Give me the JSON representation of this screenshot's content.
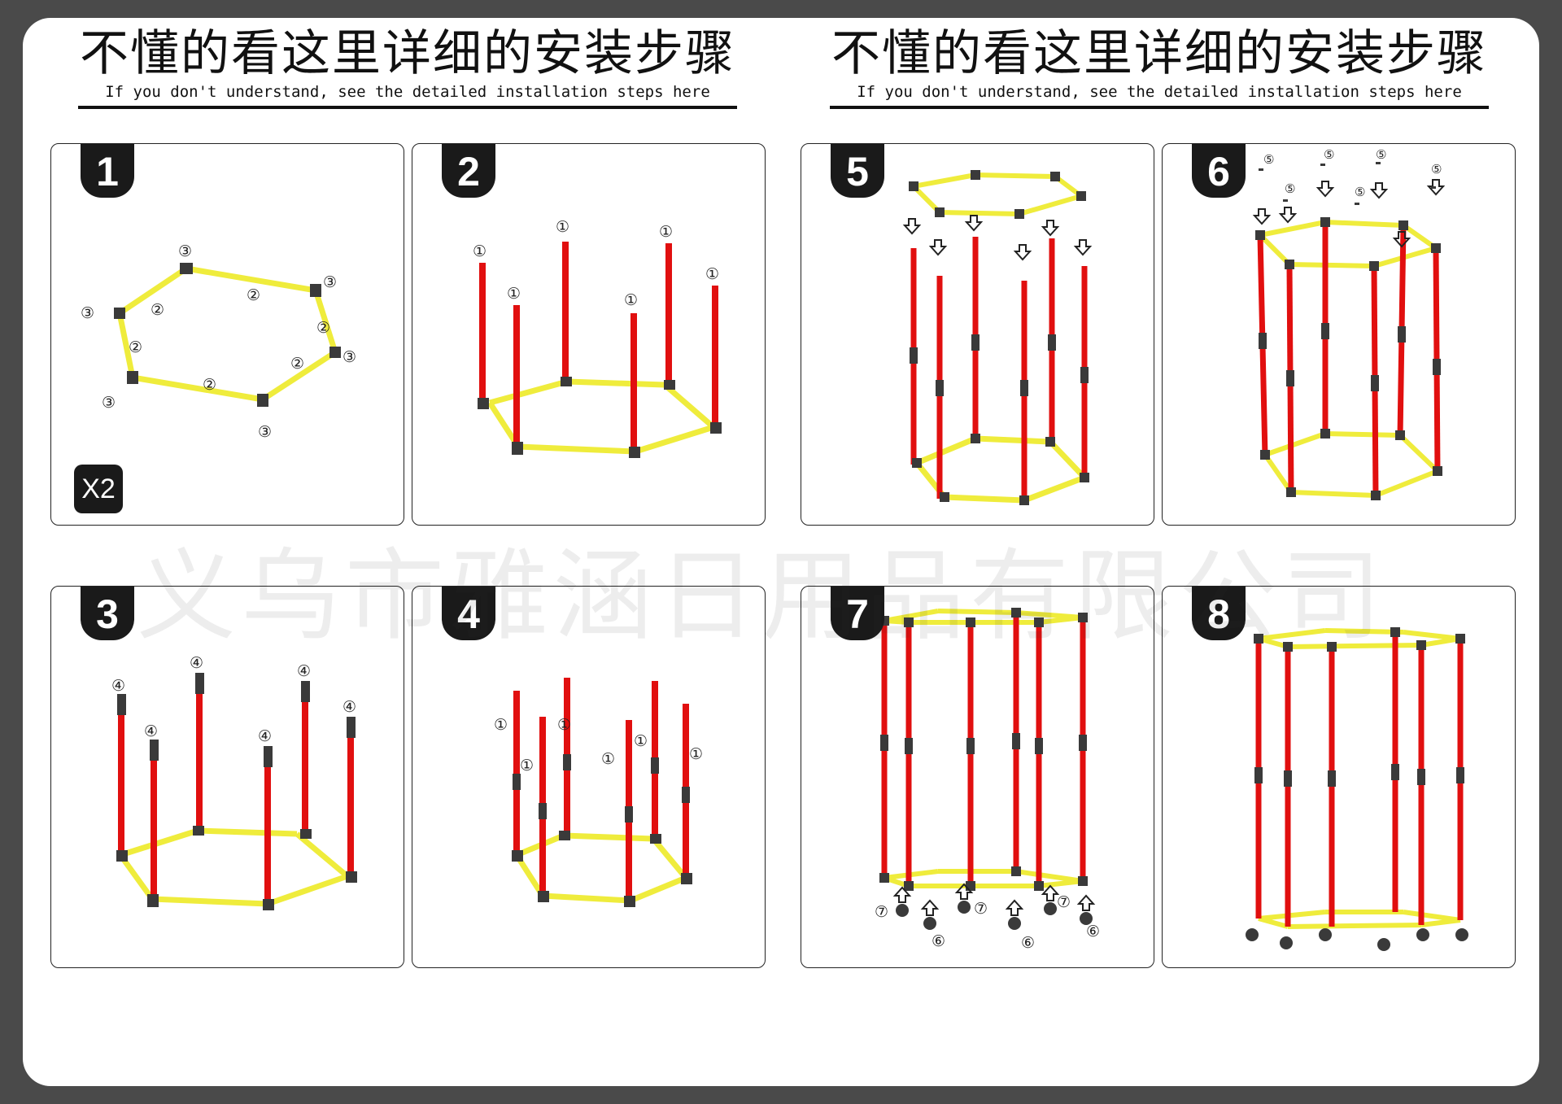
{
  "header": {
    "title_cn": "不懂的看这里详细的安装步骤",
    "subtitle_en": "If you don't understand, see the detailed installation steps here"
  },
  "watermark": "义乌市雅涵日用品有限公司",
  "quantity_tag": "X2",
  "steps": [
    {
      "number": "1"
    },
    {
      "number": "2"
    },
    {
      "number": "3"
    },
    {
      "number": "4"
    },
    {
      "number": "5"
    },
    {
      "number": "6"
    },
    {
      "number": "7"
    },
    {
      "number": "8"
    }
  ],
  "part_labels": {
    "1": "①",
    "2": "②",
    "3": "③",
    "4": "④",
    "5": "⑤",
    "6": "⑥",
    "7": "⑦"
  },
  "colors": {
    "pole": "#e10f0f",
    "rail": "#efec3c",
    "connector": "#3a3a3a",
    "badge": "#1a1a1a"
  }
}
